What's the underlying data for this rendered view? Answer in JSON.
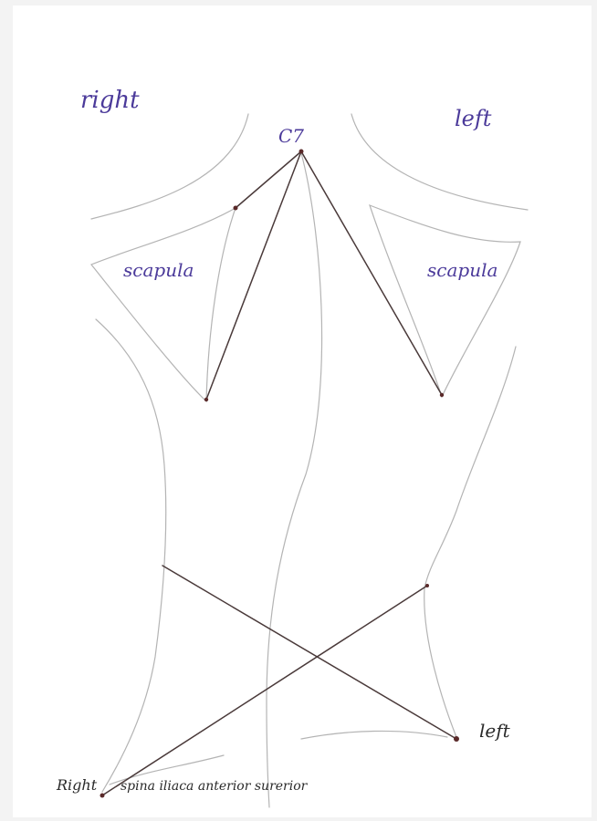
{
  "labels": {
    "top_right_side": "right",
    "top_left_side": "left",
    "c7": "C7",
    "scapula_right": "scapula",
    "scapula_left": "scapula",
    "bottom_left_side": "left",
    "bottom_right_side": "Right",
    "spina_iliaca": "spina iliaca anterior surerior"
  },
  "colors": {
    "paper": "#ffffff",
    "pencil": "#b4b4b4",
    "ink_line": "#4a3a3a",
    "ink_text": "#4b3a9a",
    "dark_text": "#2a2a2a",
    "dot": "#5a2a2a"
  }
}
